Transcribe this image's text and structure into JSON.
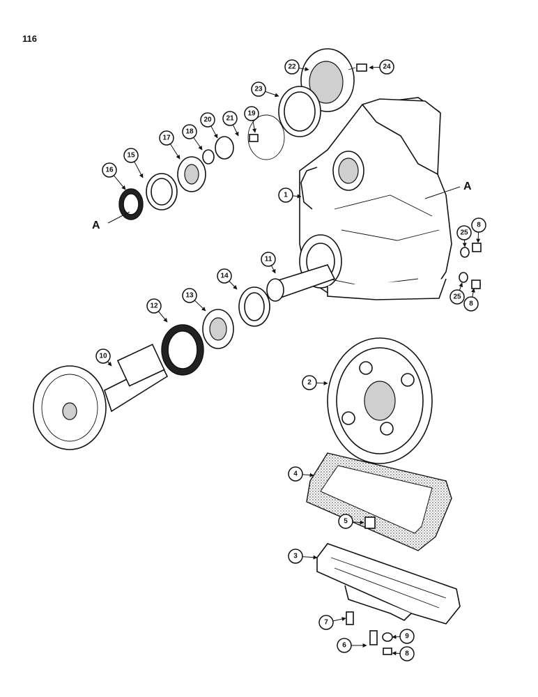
{
  "page": {
    "number": "116"
  },
  "axis_markers": [
    "A",
    "A"
  ],
  "callouts": [
    "1",
    "2",
    "3",
    "4",
    "5",
    "6",
    "7",
    "8",
    "8",
    "8",
    "9",
    "10",
    "11",
    "12",
    "13",
    "14",
    "15",
    "16",
    "17",
    "18",
    "19",
    "20",
    "21",
    "22",
    "23",
    "24",
    "25",
    "25"
  ]
}
